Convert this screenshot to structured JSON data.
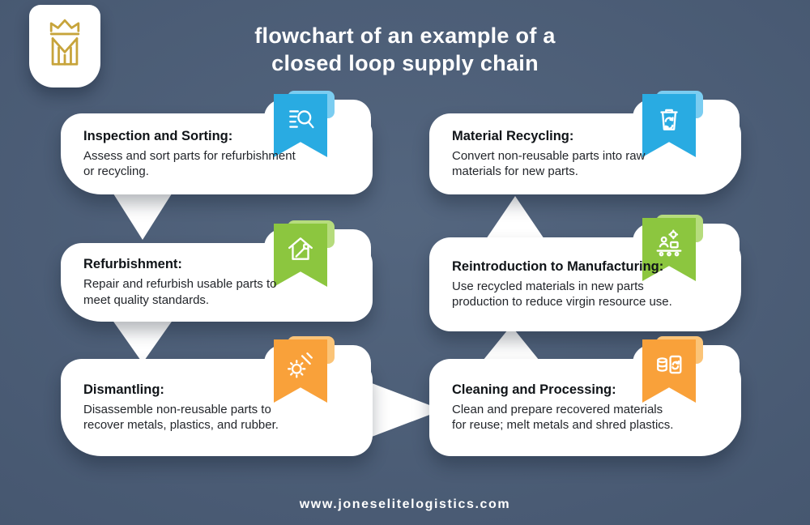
{
  "header": {
    "title_line1": "flowchart of an example of a",
    "title_line2": "closed loop supply chain",
    "logo": "jones-elite-logistics-gold-emblem"
  },
  "footer": {
    "url": "www.joneselitelogistics.com"
  },
  "colors": {
    "background": "#475871",
    "card": "#ffffff",
    "blue": "#29abe2",
    "blue_light": "#7bcdf1",
    "green": "#8cc63f",
    "green_light": "#b6dc7d",
    "orange": "#f9a13a",
    "orange_light": "#fbc478",
    "gold": "#c7a43b",
    "text_dark": "#101418"
  },
  "cards": [
    {
      "title": "Inspection and Sorting:",
      "body": "Assess and sort parts for refurbishment or recycling.",
      "icon": "magnifier-inspection-icon",
      "color": "#29abe2"
    },
    {
      "title": "Refurbishment:",
      "body": "Repair and refurbish usable parts to meet quality standards.",
      "icon": "house-paint-roller-icon",
      "color": "#8cc63f"
    },
    {
      "title": "Dismantling:",
      "body": "Disassemble non-reusable parts to recover metals, plastics, and rubber.",
      "icon": "tools-dismantling-icon",
      "color": "#f9a13a"
    },
    {
      "title": "Material Recycling:",
      "body": "Convert non-reusable parts into raw materials for new parts.",
      "icon": "trash-recycle-icon",
      "color": "#29abe2"
    },
    {
      "title": "Reintroduction to Manufacturing:",
      "body": "Use recycled materials in new parts production to reduce virgin resource use.",
      "icon": "manufacturing-line-icon",
      "color": "#8cc63f"
    },
    {
      "title": "Cleaning and Processing:",
      "body": "Clean and prepare recovered materials for reuse; melt metals and shred plastics.",
      "icon": "coins-device-recycle-icon",
      "color": "#f9a13a"
    }
  ],
  "flow_arrows": [
    {
      "between": "inspection-to-refurbishment",
      "direction": "down"
    },
    {
      "between": "refurbishment-to-dismantling",
      "direction": "down"
    },
    {
      "between": "dismantling-to-cleaning",
      "direction": "right"
    },
    {
      "between": "cleaning-to-reintroduction",
      "direction": "up"
    },
    {
      "between": "reintroduction-to-material-recycling",
      "direction": "up"
    }
  ]
}
